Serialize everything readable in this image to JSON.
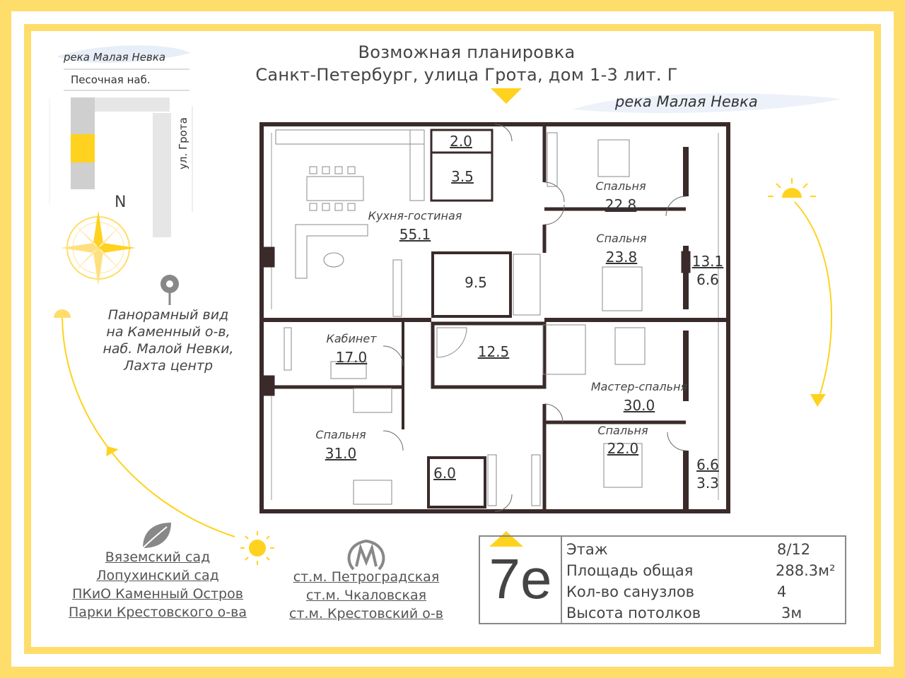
{
  "header": {
    "title_line1": "Возможная планировка",
    "title_line2": "Санкт-Петербург, улица Грота, дом 1-3 лит. Г"
  },
  "map": {
    "river": "река  Малая Невка",
    "embankment": "Песочная наб.",
    "street": "ул. Грота",
    "north": "N"
  },
  "river_label": "река  Малая Невка",
  "view": {
    "line1": "Панорамный вид",
    "line2": "на Каменный о-в,",
    "line3": "наб. Малой Невки,",
    "line4": "Лахта центр"
  },
  "parks": [
    "Вяземский сад",
    "Лопухинский сад",
    "ПКиО Каменный Остров",
    "Парки Крестовского о-ва"
  ],
  "metro": [
    "ст.м. Петроградская",
    "ст.м. Чкаловская",
    "ст.м. Крестовский о-в"
  ],
  "rooms": {
    "kitchen": {
      "name": "Кухня-гостиная",
      "area": "55.1"
    },
    "wc1": {
      "area": "2.0"
    },
    "wc2": {
      "area": "3.5"
    },
    "bath1": {
      "area": "9.5"
    },
    "bath2": {
      "area": "12.5"
    },
    "bath3": {
      "area": "6.0"
    },
    "office": {
      "name": "Кабинет",
      "area": "17.0"
    },
    "bed1": {
      "name": "Спальня",
      "area": "22.8"
    },
    "bed2": {
      "name": "Спальня",
      "area": "23.8"
    },
    "bed3": {
      "name": "Спальня",
      "area": "31.0"
    },
    "master": {
      "name": "Мастер-спальня",
      "area": "30.0"
    },
    "bed4": {
      "name": "Спальня",
      "area": "22.0"
    },
    "balcony1": {
      "area": "13.1",
      "sub": "6.6"
    },
    "balcony2": {
      "area": "6.6",
      "sub": "3.3"
    }
  },
  "info": {
    "code": "7е",
    "rows": [
      {
        "label": "Этаж",
        "value": "8/12"
      },
      {
        "label": "Площадь общая",
        "value": "288.3м²"
      },
      {
        "label": "Кол-во санузлов",
        "value": "4"
      },
      {
        "label": "Высота потолков",
        "value": "3м"
      }
    ]
  },
  "colors": {
    "accent": "#ffdd6b",
    "sun": "#ffd21f",
    "wall": "#3a2a2a"
  }
}
